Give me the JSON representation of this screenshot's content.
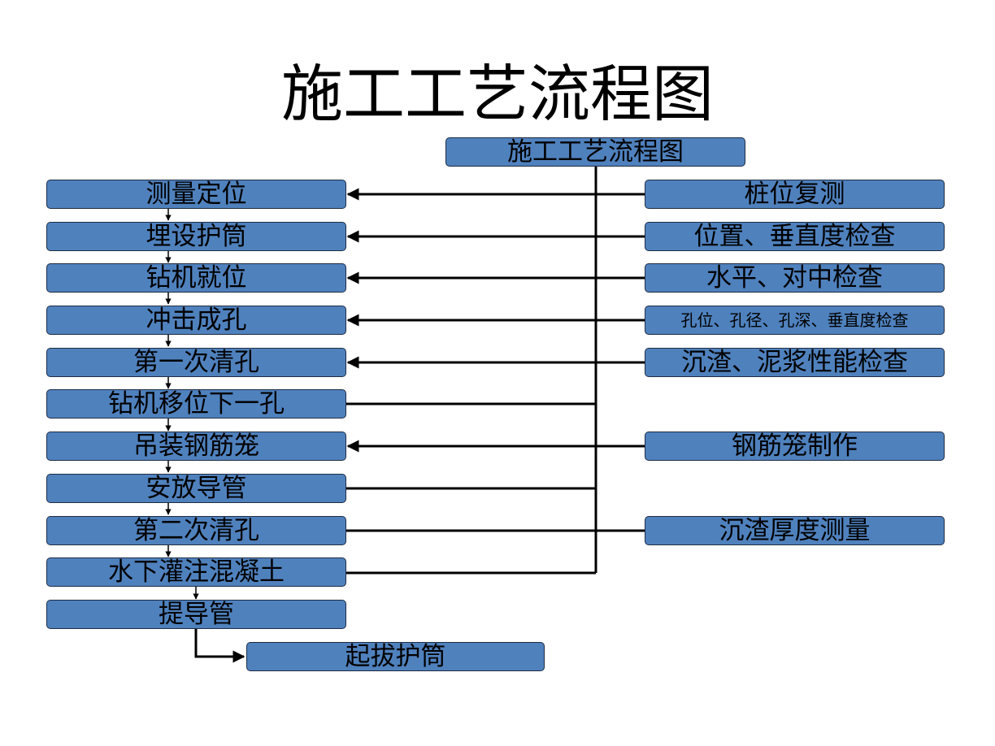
{
  "title": "施工工艺流程图",
  "header_box": "施工工艺流程图",
  "left_steps": [
    "测量定位",
    "埋设护筒",
    "钻机就位",
    "冲击成孔",
    "第一次清孔",
    "钻机移位下一孔",
    "吊装钢筋笼",
    "安放导管",
    "第二次清孔",
    "水下灌注混凝土",
    "提导管"
  ],
  "final_step": "起拔护筒",
  "checks": [
    "桩位复测",
    "位置、垂直度检查",
    "水平、对中检查",
    "孔位、孔径、孔深、垂直度检查",
    "沉渣、泥浆性能检查",
    "钢筋笼制作",
    "沉渣厚度测量"
  ],
  "colors": {
    "box_fill": "#4f81bd",
    "box_border": "#1f2d44",
    "line": "#000000"
  }
}
